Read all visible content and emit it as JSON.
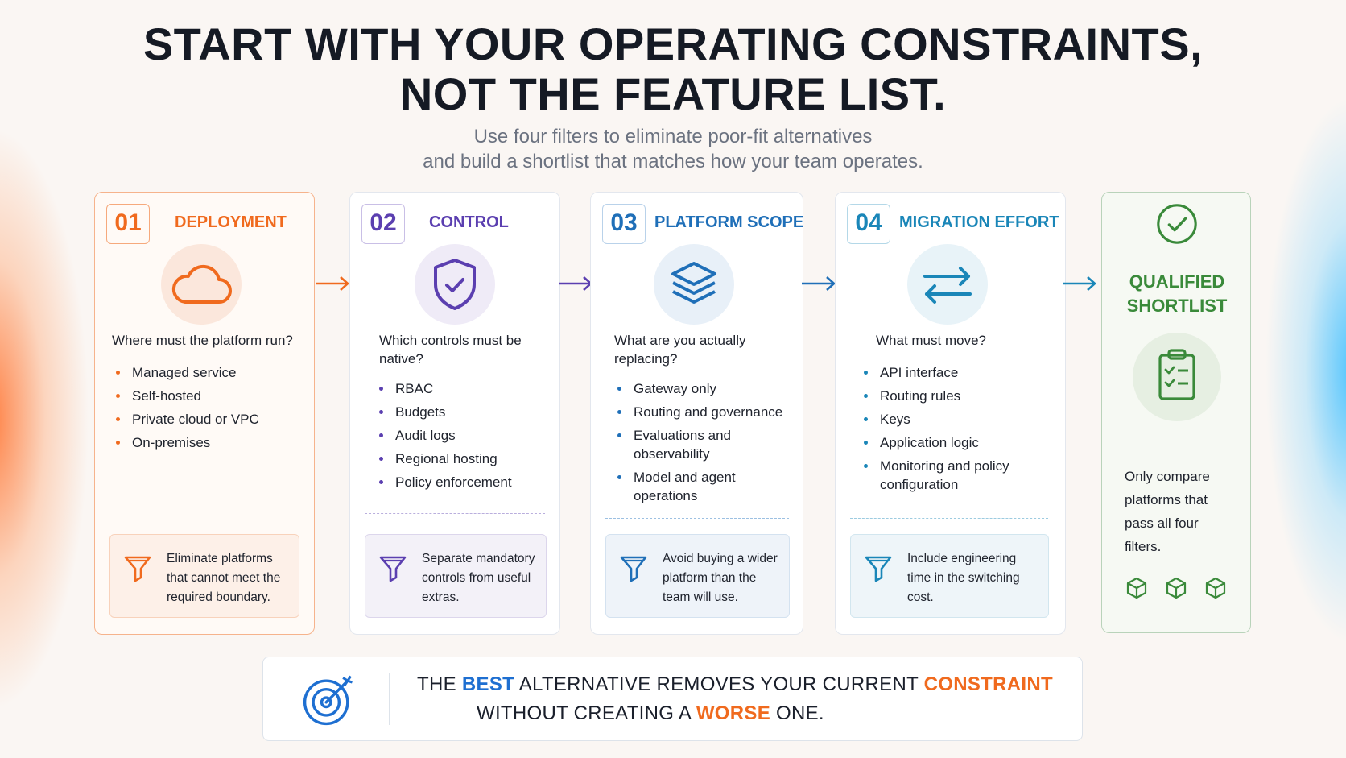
{
  "title": {
    "line1": "START WITH YOUR OPERATING CONSTRAINTS,",
    "line2": "NOT THE FEATURE LIST."
  },
  "subtitle": {
    "line1": "Use four filters to eliminate poor-fit alternatives",
    "line2": "and build a shortlist that matches how your team operates."
  },
  "steps": [
    {
      "number": "01",
      "label": "DEPLOYMENT",
      "icon": "cloud-icon",
      "color": "#f06a1e",
      "question": "Where must the platform run?",
      "bullets": [
        "Managed service",
        "Self-hosted",
        "Private cloud or VPC",
        "On-premises"
      ],
      "note": "Eliminate platforms that cannot meet the required boundary."
    },
    {
      "number": "02",
      "label": "CONTROL",
      "icon": "shield-check-icon",
      "color": "#5b3fb0",
      "question": "Which controls must be native?",
      "bullets": [
        "RBAC",
        "Budgets",
        "Audit logs",
        "Regional hosting",
        "Policy enforcement"
      ],
      "note": "Separate mandatory controls from useful extras."
    },
    {
      "number": "03",
      "label": "PLATFORM SCOPE",
      "icon": "layers-icon",
      "color": "#1f6fb8",
      "question": "What are you actually replacing?",
      "bullets": [
        "Gateway only",
        "Routing and governance",
        "Evaluations and observability",
        "Model and agent operations"
      ],
      "note": "Avoid buying a wider platform than the team will use."
    },
    {
      "number": "04",
      "label": "MIGRATION EFFORT",
      "icon": "swap-arrows-icon",
      "color": "#1a86b8",
      "question": "What must move?",
      "bullets": [
        "API interface",
        "Routing rules",
        "Keys",
        "Application logic",
        "Monitoring and policy configuration"
      ],
      "note": "Include engineering time in the switching cost."
    }
  ],
  "final": {
    "title_line1": "QUALIFIED",
    "title_line2": "SHORTLIST",
    "icon": "clipboard-checklist-icon",
    "color": "#3a8a3a",
    "body": "Only compare platforms that pass all four filters."
  },
  "banner": {
    "icon": "target-icon",
    "line1_a": "THE ",
    "line1_b": "BEST",
    "line1_c": " ALTERNATIVE REMOVES YOUR CURRENT ",
    "line1_d": "CONSTRAINT",
    "line2_a": "WITHOUT CREATING A ",
    "line2_b": "WORSE",
    "line2_c": " ONE."
  }
}
